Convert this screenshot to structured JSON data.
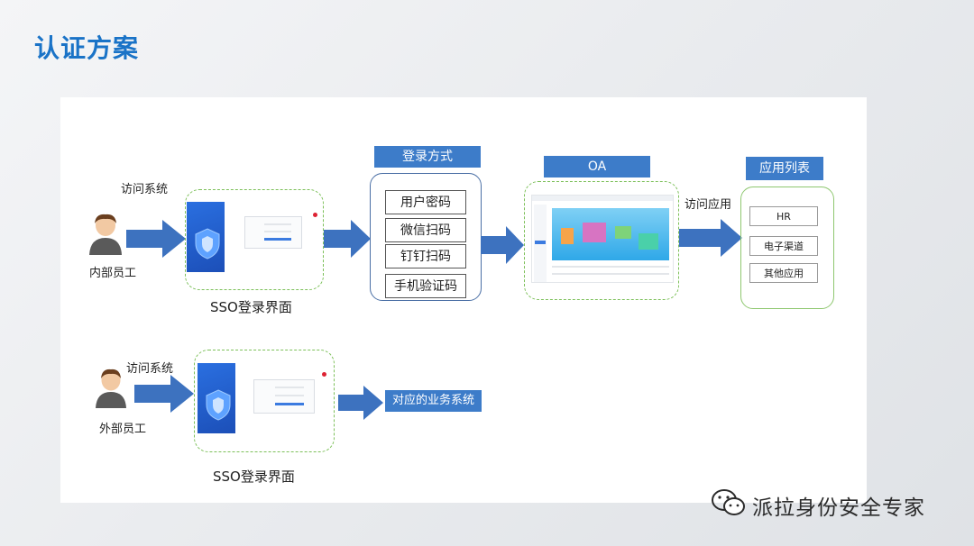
{
  "page": {
    "title": "认证方案"
  },
  "internal": {
    "user_label": "内部员工",
    "access_label": "访问系统",
    "sso_caption": "SSO登录界面"
  },
  "login_methods": {
    "header": "登录方式",
    "items": [
      "用户密码",
      "微信扫码",
      "钉钉扫码",
      "手机验证码"
    ]
  },
  "oa": {
    "header": "OA",
    "access_label": "访问应用"
  },
  "apps": {
    "header": "应用列表",
    "items": [
      "HR",
      "电子渠道",
      "其他应用"
    ]
  },
  "external": {
    "user_label": "外部员工",
    "access_label": "访问系统",
    "sso_caption": "SSO登录界面",
    "target_label": "对应的业务系统"
  },
  "watermark": {
    "text": "派拉身份安全专家"
  },
  "colors": {
    "accent": "#3d7cc9",
    "title": "#1a73c7",
    "dashed_border": "#7dc05a"
  }
}
